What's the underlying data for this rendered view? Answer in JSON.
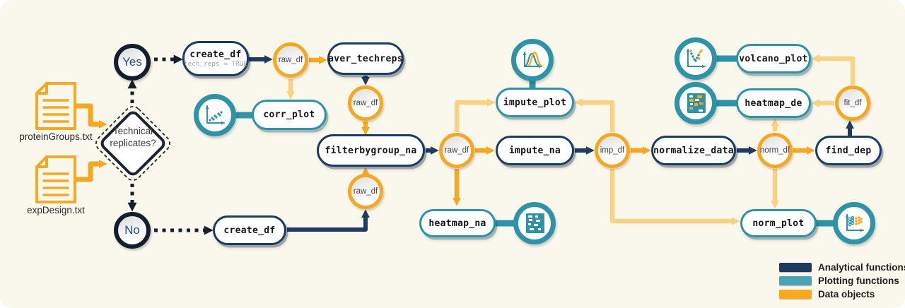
{
  "canvas": {
    "background": "#FAF8EC"
  },
  "files": {
    "protein_groups": "proteinGroups.txt",
    "exp_design": "expDesign.txt"
  },
  "decision": {
    "question": "Technical replicates?",
    "yes_label": "Yes",
    "no_label": "No"
  },
  "labels": {
    "create_df": "create_df",
    "create_df_sub": "tech_reps = TRUE",
    "raw_df": "raw_df",
    "aver_techreps": "aver_techreps",
    "corr_plot": "corr_plot",
    "filterbygroup_na": "filterbygroup_na",
    "impute_plot": "impute_plot",
    "impute_na": "impute_na",
    "imp_df": "imp_df",
    "heatmap_na": "heatmap_na",
    "normalize_data": "normalize_data",
    "norm_df": "norm_df",
    "find_dep": "find_dep",
    "fit_df": "fit_df",
    "volcano_plot": "volcano_plot",
    "heatmap_de": "heatmap_de",
    "norm_plot": "norm_plot"
  },
  "legend": {
    "analytical": {
      "label": "Analytical functions",
      "color": "#1D3A5E"
    },
    "plotting": {
      "label": "Plotting functions",
      "color": "#4BA2B5"
    },
    "data": {
      "label": "Data objects",
      "color": "#FBA919"
    }
  },
  "colors": {
    "analytical_border": "#1E3C63",
    "plotting_border": "#2F93A8",
    "data_object": "#F7A823",
    "data_object_light": "#FAD283",
    "dotted_line": "#17202E"
  },
  "icons": {
    "corr_plot": "scatter-plot-icon",
    "impute_plot": "density-plot-icon",
    "volcano_plot": "volcano-scatter-icon",
    "heatmap_de": "heatmap-icon",
    "heatmap_na": "heatmap-icon",
    "norm_plot": "dot-columns-plot-icon",
    "inputs": "document-icon"
  }
}
